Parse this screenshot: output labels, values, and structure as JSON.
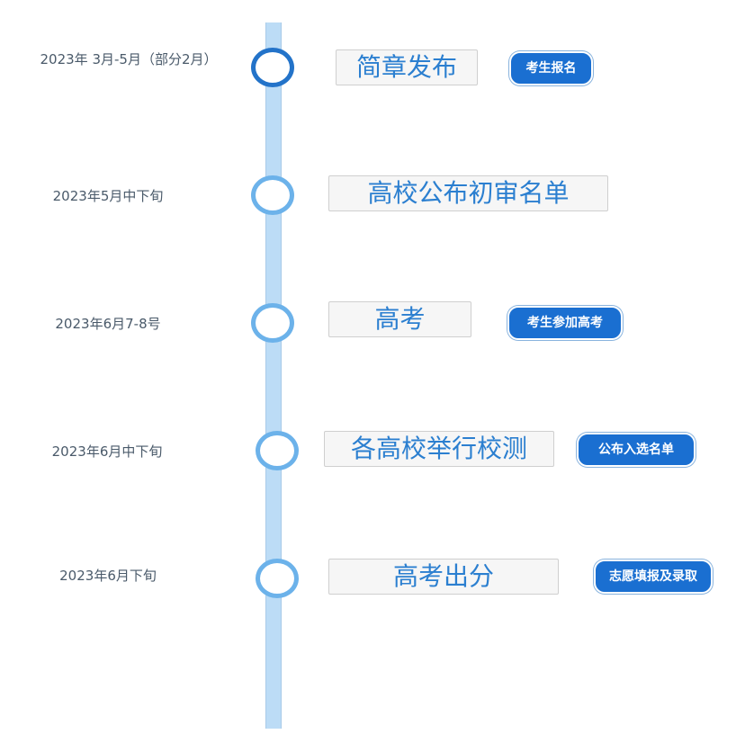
{
  "timeline": {
    "events": [
      {
        "date": "2023年 3月-5月（部分2月）",
        "stage": "简章发布",
        "action": "考生报名"
      },
      {
        "date": "2023年5月中下旬",
        "stage": "高校公布初审名单",
        "action": ""
      },
      {
        "date": "2023年6月7-8号",
        "stage": "高考",
        "action": "考生参加高考"
      },
      {
        "date": "2023年6月中下旬",
        "stage": "各高校举行校测",
        "action": "公布入选名单"
      },
      {
        "date": "2023年6月下旬",
        "stage": "高考出分",
        "action": "志愿填报及录取"
      }
    ]
  },
  "colors": {
    "track": "#bcdcf6",
    "node_first": "#2373c9",
    "node": "#6cb2ea",
    "stage_text": "#2b7fd0",
    "action_bg": "#1a6fd1"
  }
}
